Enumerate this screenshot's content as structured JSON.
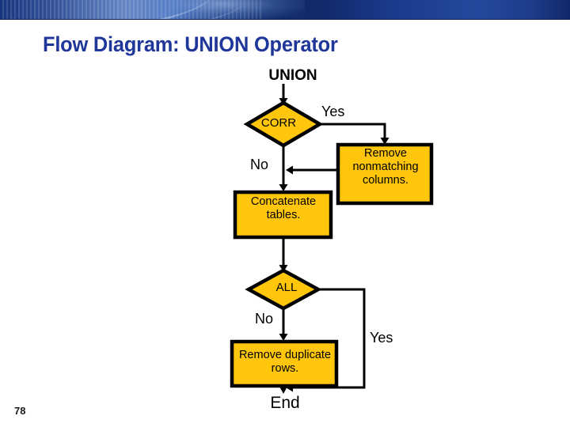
{
  "slide": {
    "title": "Flow Diagram: UNION Operator",
    "page_number": "78",
    "title_color": "#1e3799",
    "banner_color": "#1b3c8e"
  },
  "diagram": {
    "type": "flowchart",
    "node_fill_color": "#FFC60B",
    "node_border_color": "#000000",
    "entry_label": "UNION",
    "exit_label": "End",
    "nodes": [
      {
        "id": "corr",
        "shape": "diamond",
        "label": "CORR"
      },
      {
        "id": "remnc",
        "shape": "rect",
        "label": "Remove nonmatching columns."
      },
      {
        "id": "concat",
        "shape": "rect",
        "label": "Concatenate tables."
      },
      {
        "id": "all",
        "shape": "diamond",
        "label": "ALL"
      },
      {
        "id": "remdup",
        "shape": "rect",
        "label": "Remove duplicate rows."
      }
    ],
    "edge_labels": {
      "corr_yes": "Yes",
      "corr_no": "No",
      "all_yes": "Yes",
      "all_no": "No"
    }
  }
}
